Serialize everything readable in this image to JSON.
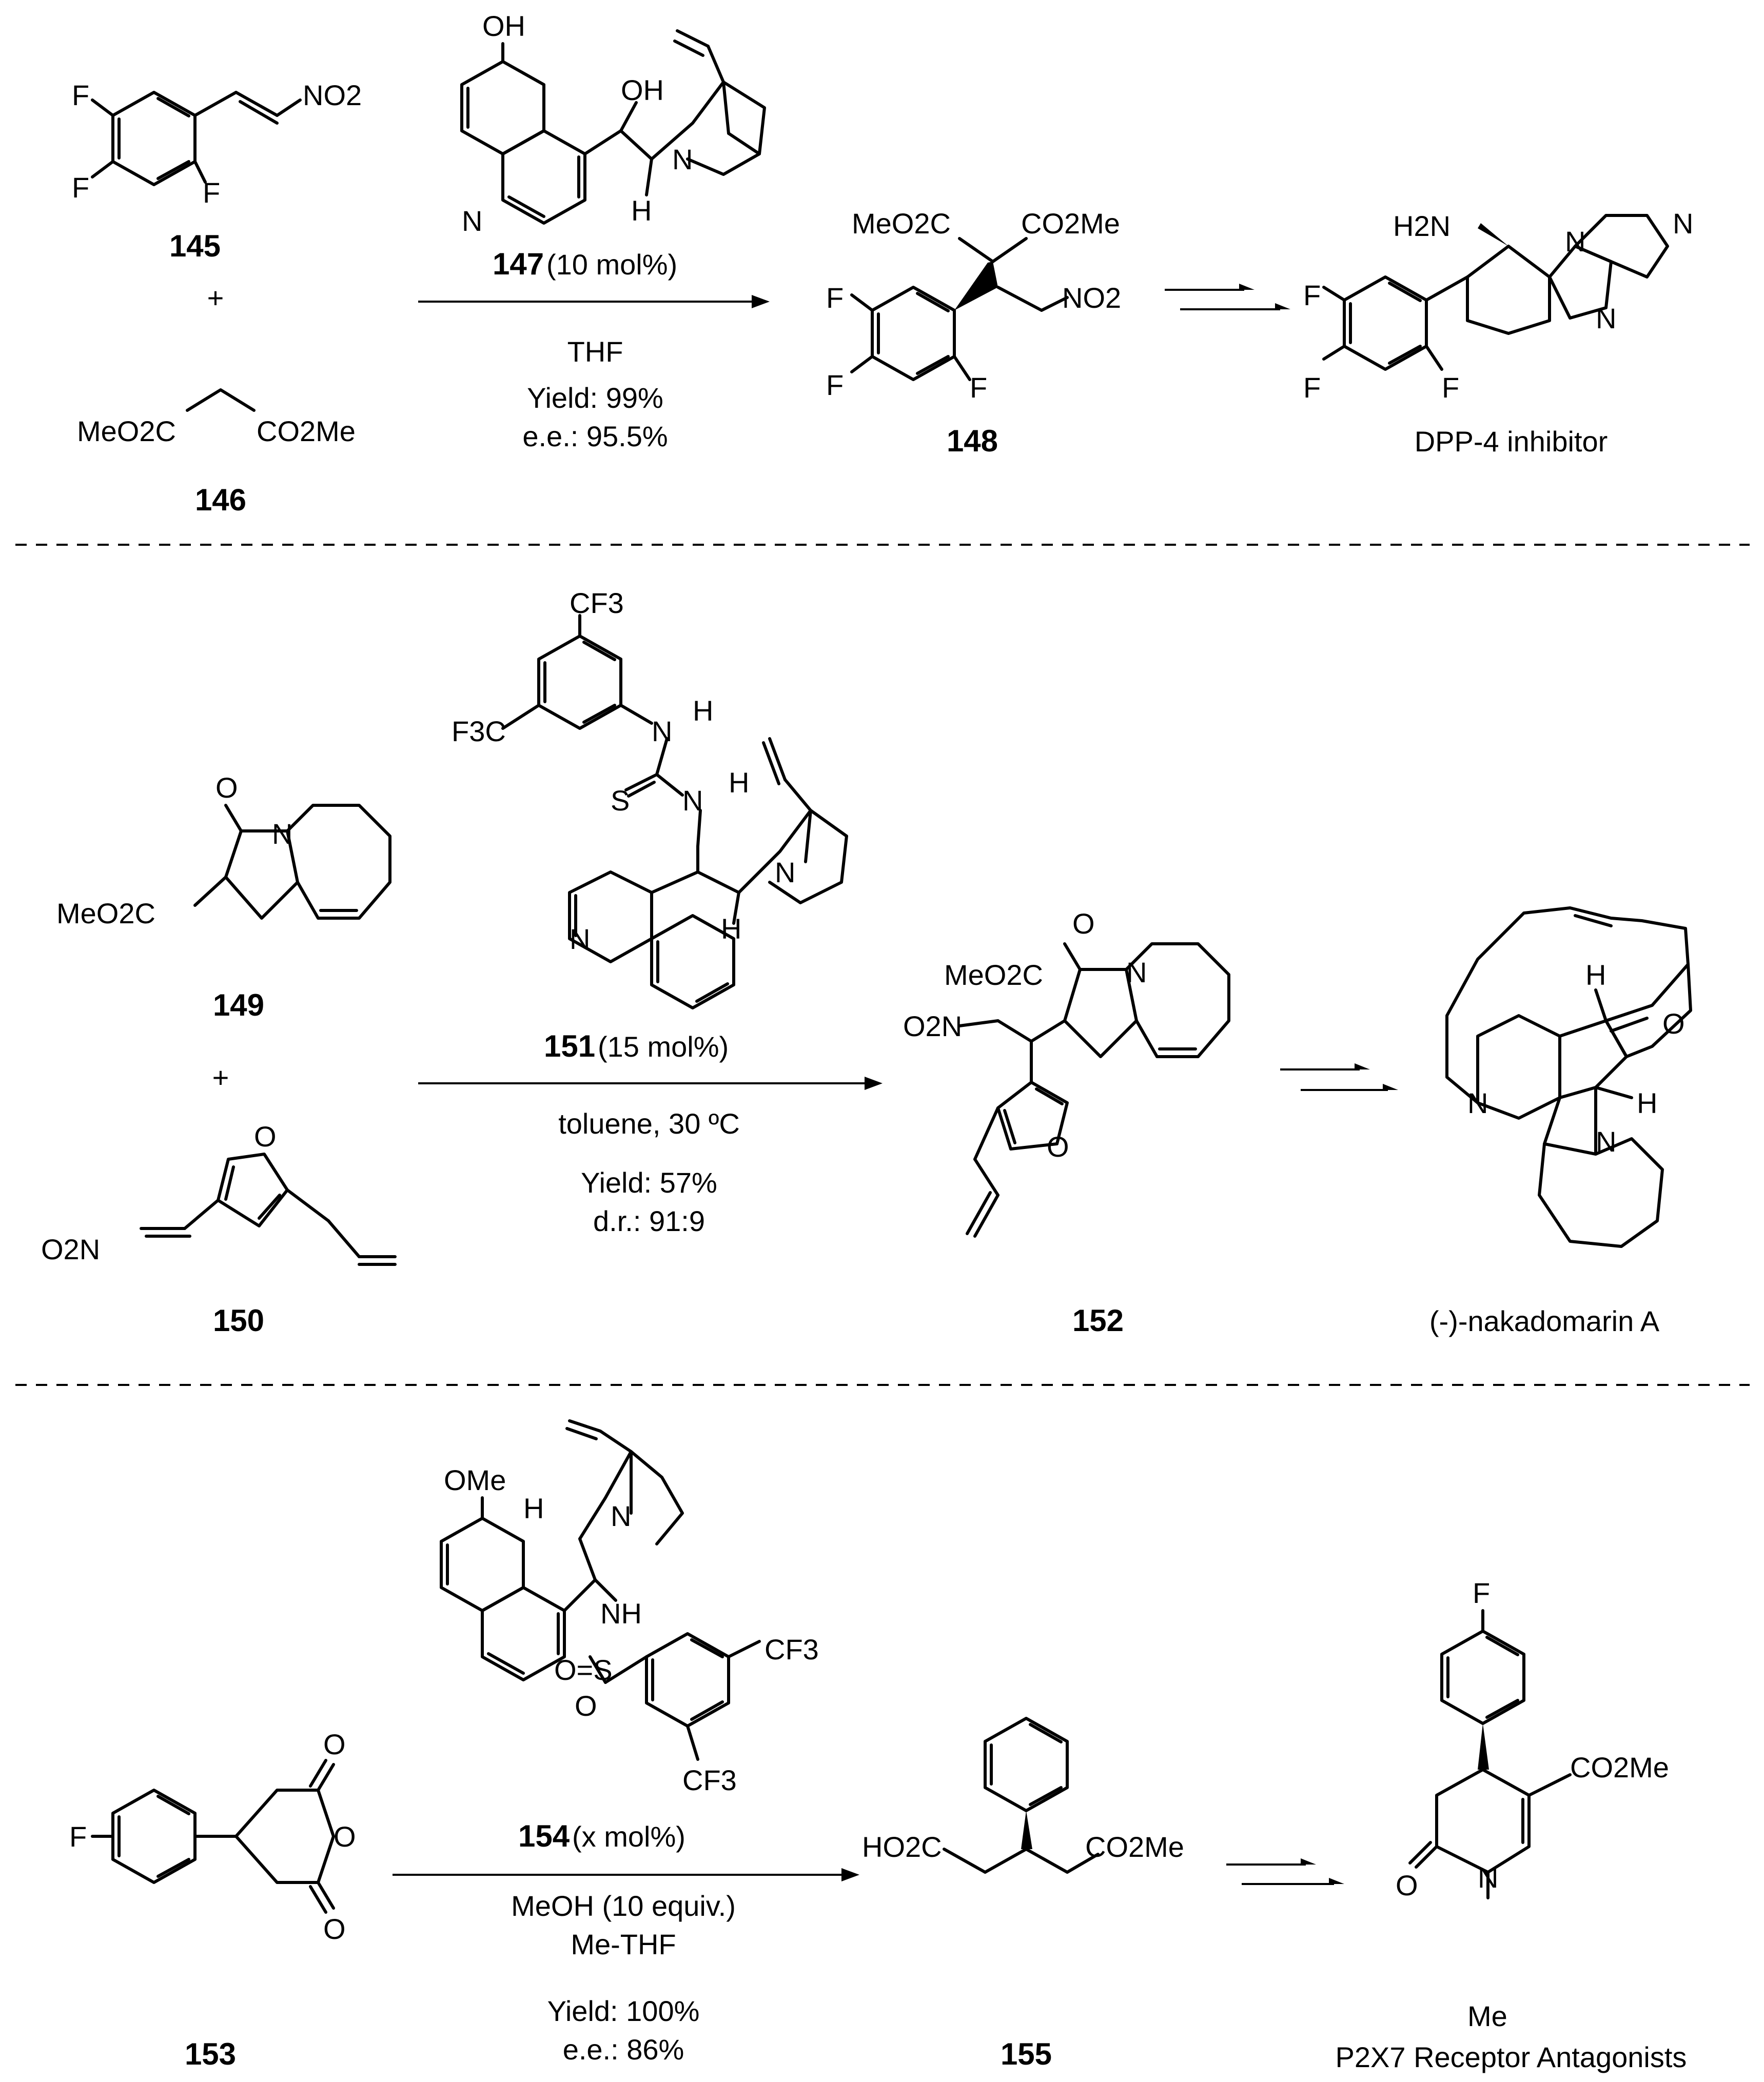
{
  "panel1": {
    "c145": {
      "id": "145",
      "nitro": "NO2",
      "f1": "F",
      "f2": "F",
      "f3": "F"
    },
    "plus": "+",
    "c146": {
      "id": "146",
      "left": "MeO2C",
      "right": "CO2Me"
    },
    "catalyst": {
      "id": "147",
      "loading": " (10 mol%)",
      "oh_top": "OH",
      "oh_side": "OH",
      "n_quinoline": "N",
      "n_quinuclidine": "N",
      "h": "H"
    },
    "conditions": {
      "solvent": "THF",
      "yield": "Yield: 99%",
      "ee": "e.e.: 95.5%"
    },
    "c148": {
      "id": "148",
      "left": "MeO2C",
      "right": "CO2Me",
      "nitro": "NO2",
      "f1": "F",
      "f2": "F",
      "f3": "F"
    },
    "target": {
      "label": "DPP-4 inhibitor",
      "amine": "H2N",
      "n1": "N",
      "n2": "N",
      "n3": "N",
      "f1": "F",
      "f2": "F",
      "f3": "F"
    }
  },
  "panel2": {
    "c149": {
      "id": "149",
      "ester": "MeO2C",
      "o": "O",
      "n": "N"
    },
    "plus": "+",
    "c150": {
      "id": "150",
      "nitro": "O2N",
      "o": "O"
    },
    "catalyst": {
      "id": "151",
      "loading": " (15 mol%)",
      "cf3_top": "CF3",
      "cf3_left": "F3C",
      "nh1": "N",
      "h1": "H",
      "s": "S",
      "nh2": "N",
      "h2": "H",
      "n_quinoline": "N",
      "n_quinuclidine": "N",
      "h3": "H"
    },
    "conditions": {
      "solvent": "toluene, 30 ºC",
      "yield": "Yield: 57%",
      "dr": "d.r.: 91:9"
    },
    "c152": {
      "id": "152",
      "ester": "MeO2C",
      "o_lactam": "O",
      "n": "N",
      "nitro": "O2N",
      "o_furan": "O"
    },
    "target": {
      "label": "(-)-nakadomarin A",
      "h1": "H",
      "h2": "H",
      "o": "O",
      "n1": "N",
      "n2": "N"
    }
  },
  "panel3": {
    "c153": {
      "id": "153",
      "f": "F",
      "o1": "O",
      "o2": "O",
      "o3": "O"
    },
    "catalyst": {
      "id": "154",
      "loading": " (x mol%)",
      "ome": "OMe",
      "h": "H",
      "n": "N",
      "nh": "NH",
      "sulfonyl": "O=S",
      "o_s": "O",
      "cf3_1": "CF3",
      "cf3_2": "CF3"
    },
    "conditions": {
      "reagent": "MeOH (10 equiv.)",
      "solvent": "Me-THF",
      "yield": "Yield: 100%",
      "ee": "e.e.: 86%"
    },
    "c155": {
      "id": "155",
      "left": "HO2C",
      "right": "CO2Me"
    },
    "target": {
      "label": "P2X7 Receptor Antagonists",
      "f": "F",
      "ester": "CO2Me",
      "o": "O",
      "n": "N",
      "me": "Me"
    }
  }
}
